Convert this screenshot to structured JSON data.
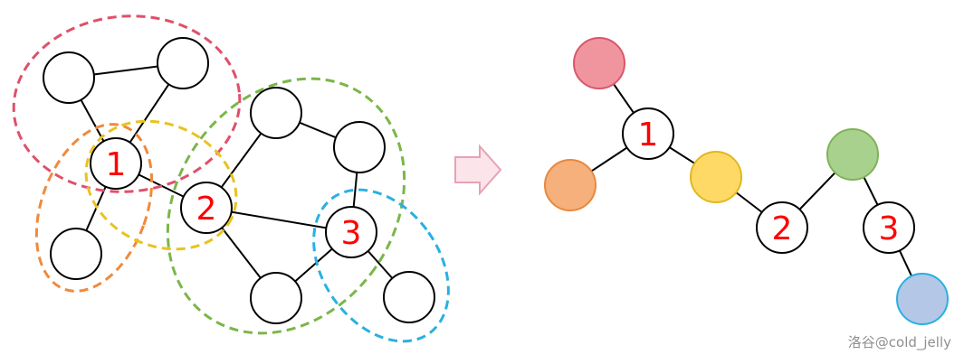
{
  "left_graph": {
    "cut_vertex_labels": {
      "v1": "1",
      "v2": "2",
      "v3": "3"
    },
    "blocks": [
      {
        "name": "red",
        "color": "#e0506a"
      },
      {
        "name": "orange",
        "color": "#f08a3c"
      },
      {
        "name": "yellow",
        "color": "#e8c320"
      },
      {
        "name": "green",
        "color": "#7ab648"
      },
      {
        "name": "blue",
        "color": "#2ab0e0"
      }
    ]
  },
  "right_tree": {
    "cut_vertex_labels": {
      "v1": "1",
      "v2": "2",
      "v3": "3"
    },
    "block_nodes": [
      {
        "name": "red",
        "fill": "#f0959e",
        "stroke": "#d9566c"
      },
      {
        "name": "orange",
        "fill": "#f5b07c",
        "stroke": "#e8883e"
      },
      {
        "name": "yellow",
        "fill": "#ffd966",
        "stroke": "#e0b820"
      },
      {
        "name": "green",
        "fill": "#a9d18e",
        "stroke": "#7fb356"
      },
      {
        "name": "blue",
        "fill": "#b4c7e7",
        "stroke": "#2ab0e0"
      }
    ]
  },
  "arrow": {
    "fill": "#fbe4ea",
    "stroke": "#e8a1b5"
  },
  "watermark": "洛谷@cold_jelly"
}
